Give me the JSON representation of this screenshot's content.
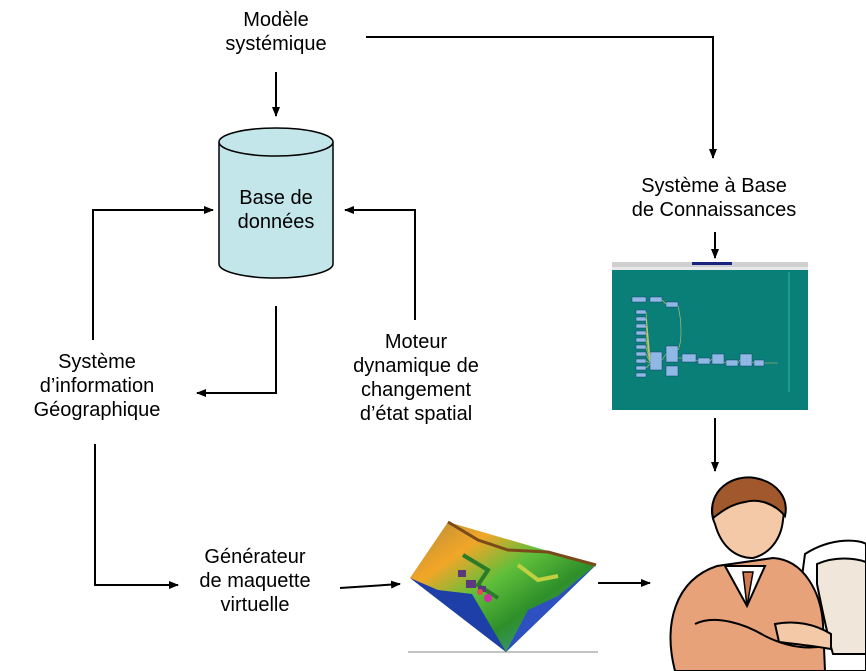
{
  "nodes": {
    "modele": [
      "Modèle",
      "systémique"
    ],
    "base": [
      "Base de",
      "données"
    ],
    "sbc": [
      "Système à Base",
      "de Connaissances"
    ],
    "sig": [
      "Système",
      "d’information",
      "Géographique"
    ],
    "moteur": [
      "Moteur",
      "dynamique de",
      "changement",
      "d’état spatial"
    ],
    "generateur": [
      "Générateur",
      "de maquette",
      "virtuelle"
    ]
  },
  "images": {
    "software_window": "software-window-icon",
    "terrain_model": "terrain-3d-icon",
    "user": "person-at-computer-icon"
  },
  "colors": {
    "cylinder_fill": "#c3e6ea",
    "window_bg": "#0a7f78",
    "line": "#000000"
  }
}
